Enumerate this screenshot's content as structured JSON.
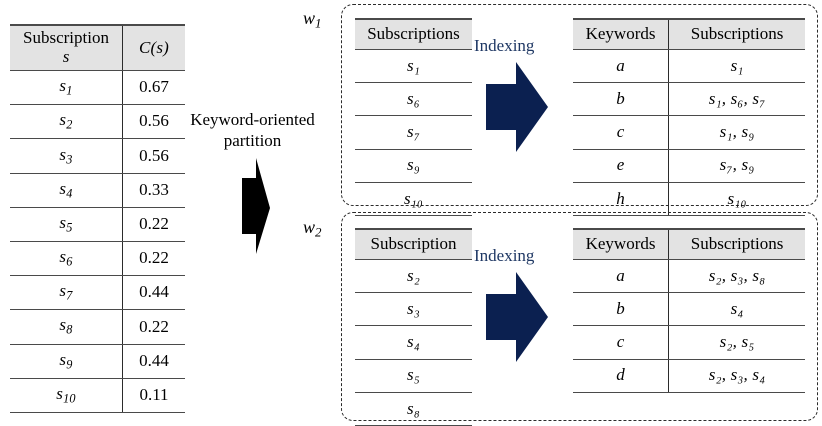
{
  "left_table": {
    "headers": {
      "col1_line1": "Subscription",
      "col1_line2": "s",
      "col2": "C(s)"
    },
    "rows": [
      {
        "s_base": "s",
        "s_sub": "1",
        "c": "0.67"
      },
      {
        "s_base": "s",
        "s_sub": "2",
        "c": "0.56"
      },
      {
        "s_base": "s",
        "s_sub": "3",
        "c": "0.56"
      },
      {
        "s_base": "s",
        "s_sub": "4",
        "c": "0.33"
      },
      {
        "s_base": "s",
        "s_sub": "5",
        "c": "0.22"
      },
      {
        "s_base": "s",
        "s_sub": "6",
        "c": "0.22"
      },
      {
        "s_base": "s",
        "s_sub": "7",
        "c": "0.44"
      },
      {
        "s_base": "s",
        "s_sub": "8",
        "c": "0.22"
      },
      {
        "s_base": "s",
        "s_sub": "9",
        "c": "0.44"
      },
      {
        "s_base": "s",
        "s_sub": "10",
        "c": "0.11"
      }
    ]
  },
  "partition": {
    "label_line1": "Keyword-oriented",
    "label_line2": "partition",
    "arrow_color": "#000000"
  },
  "groups": [
    {
      "id": "w1",
      "label_base": "w",
      "label_sub": "1",
      "sub_table": {
        "header": "Subscriptions",
        "rows": [
          "s₁",
          "s₆",
          "s₇",
          "s₉",
          "s₁₀"
        ]
      },
      "indexing_label": "Indexing",
      "kw_table": {
        "headers": [
          "Keywords",
          "Subscriptions"
        ],
        "rows": [
          {
            "keyword": "a",
            "subs": "s₁"
          },
          {
            "keyword": "b",
            "subs": "s₁, s₆, s₇"
          },
          {
            "keyword": "c",
            "subs": "s₁, s₉"
          },
          {
            "keyword": "e",
            "subs": "s₇, s₉"
          },
          {
            "keyword": "h",
            "subs": "s₁₀"
          }
        ]
      }
    },
    {
      "id": "w2",
      "label_base": "w",
      "label_sub": "2",
      "sub_table": {
        "header": "Subscription",
        "rows": [
          "s₂",
          "s₃",
          "s₄",
          "s₅",
          "s₈"
        ]
      },
      "indexing_label": "Indexing",
      "kw_table": {
        "headers": [
          "Keywords",
          "Subscriptions"
        ],
        "rows": [
          {
            "keyword": "a",
            "subs": "s₂, s₃, s₈"
          },
          {
            "keyword": "b",
            "subs": "s₄"
          },
          {
            "keyword": "c",
            "subs": "s₂, s₅"
          },
          {
            "keyword": "d",
            "subs": "s₂, s₃, s₄"
          }
        ]
      }
    }
  ],
  "colors": {
    "indexing_text": "#1f3864",
    "indexing_arrow": "#0b2050",
    "header_fill": "#e3e3e3",
    "rule": "#4a4a4a"
  }
}
